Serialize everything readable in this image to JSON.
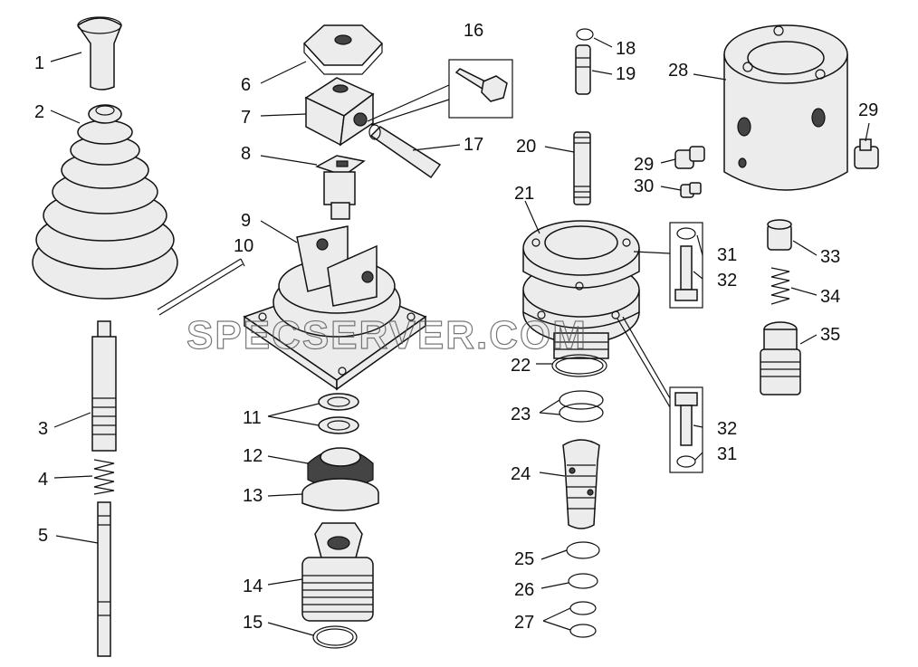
{
  "watermark": "SPECSERVER.COM",
  "callouts": [
    {
      "id": "1",
      "text": "1"
    },
    {
      "id": "2",
      "text": "2"
    },
    {
      "id": "3",
      "text": "3"
    },
    {
      "id": "4",
      "text": "4"
    },
    {
      "id": "5",
      "text": "5"
    },
    {
      "id": "6",
      "text": "6"
    },
    {
      "id": "7",
      "text": "7"
    },
    {
      "id": "8",
      "text": "8"
    },
    {
      "id": "9",
      "text": "9"
    },
    {
      "id": "10",
      "text": "10"
    },
    {
      "id": "11",
      "text": "11"
    },
    {
      "id": "12",
      "text": "12"
    },
    {
      "id": "13",
      "text": "13"
    },
    {
      "id": "14",
      "text": "14"
    },
    {
      "id": "15",
      "text": "15"
    },
    {
      "id": "16",
      "text": "16"
    },
    {
      "id": "17",
      "text": "17"
    },
    {
      "id": "18",
      "text": "18"
    },
    {
      "id": "19",
      "text": "19"
    },
    {
      "id": "20",
      "text": "20"
    },
    {
      "id": "21",
      "text": "21"
    },
    {
      "id": "22",
      "text": "22"
    },
    {
      "id": "23",
      "text": "23"
    },
    {
      "id": "24",
      "text": "24"
    },
    {
      "id": "25",
      "text": "25"
    },
    {
      "id": "26",
      "text": "26"
    },
    {
      "id": "27",
      "text": "27"
    },
    {
      "id": "28",
      "text": "28"
    },
    {
      "id": "29a",
      "text": "29"
    },
    {
      "id": "29b",
      "text": "29"
    },
    {
      "id": "30",
      "text": "30"
    },
    {
      "id": "31a",
      "text": "31"
    },
    {
      "id": "31b",
      "text": "31"
    },
    {
      "id": "32a",
      "text": "32"
    },
    {
      "id": "32b",
      "text": "32"
    },
    {
      "id": "33",
      "text": "33"
    },
    {
      "id": "34",
      "text": "34"
    },
    {
      "id": "35",
      "text": "35"
    }
  ]
}
